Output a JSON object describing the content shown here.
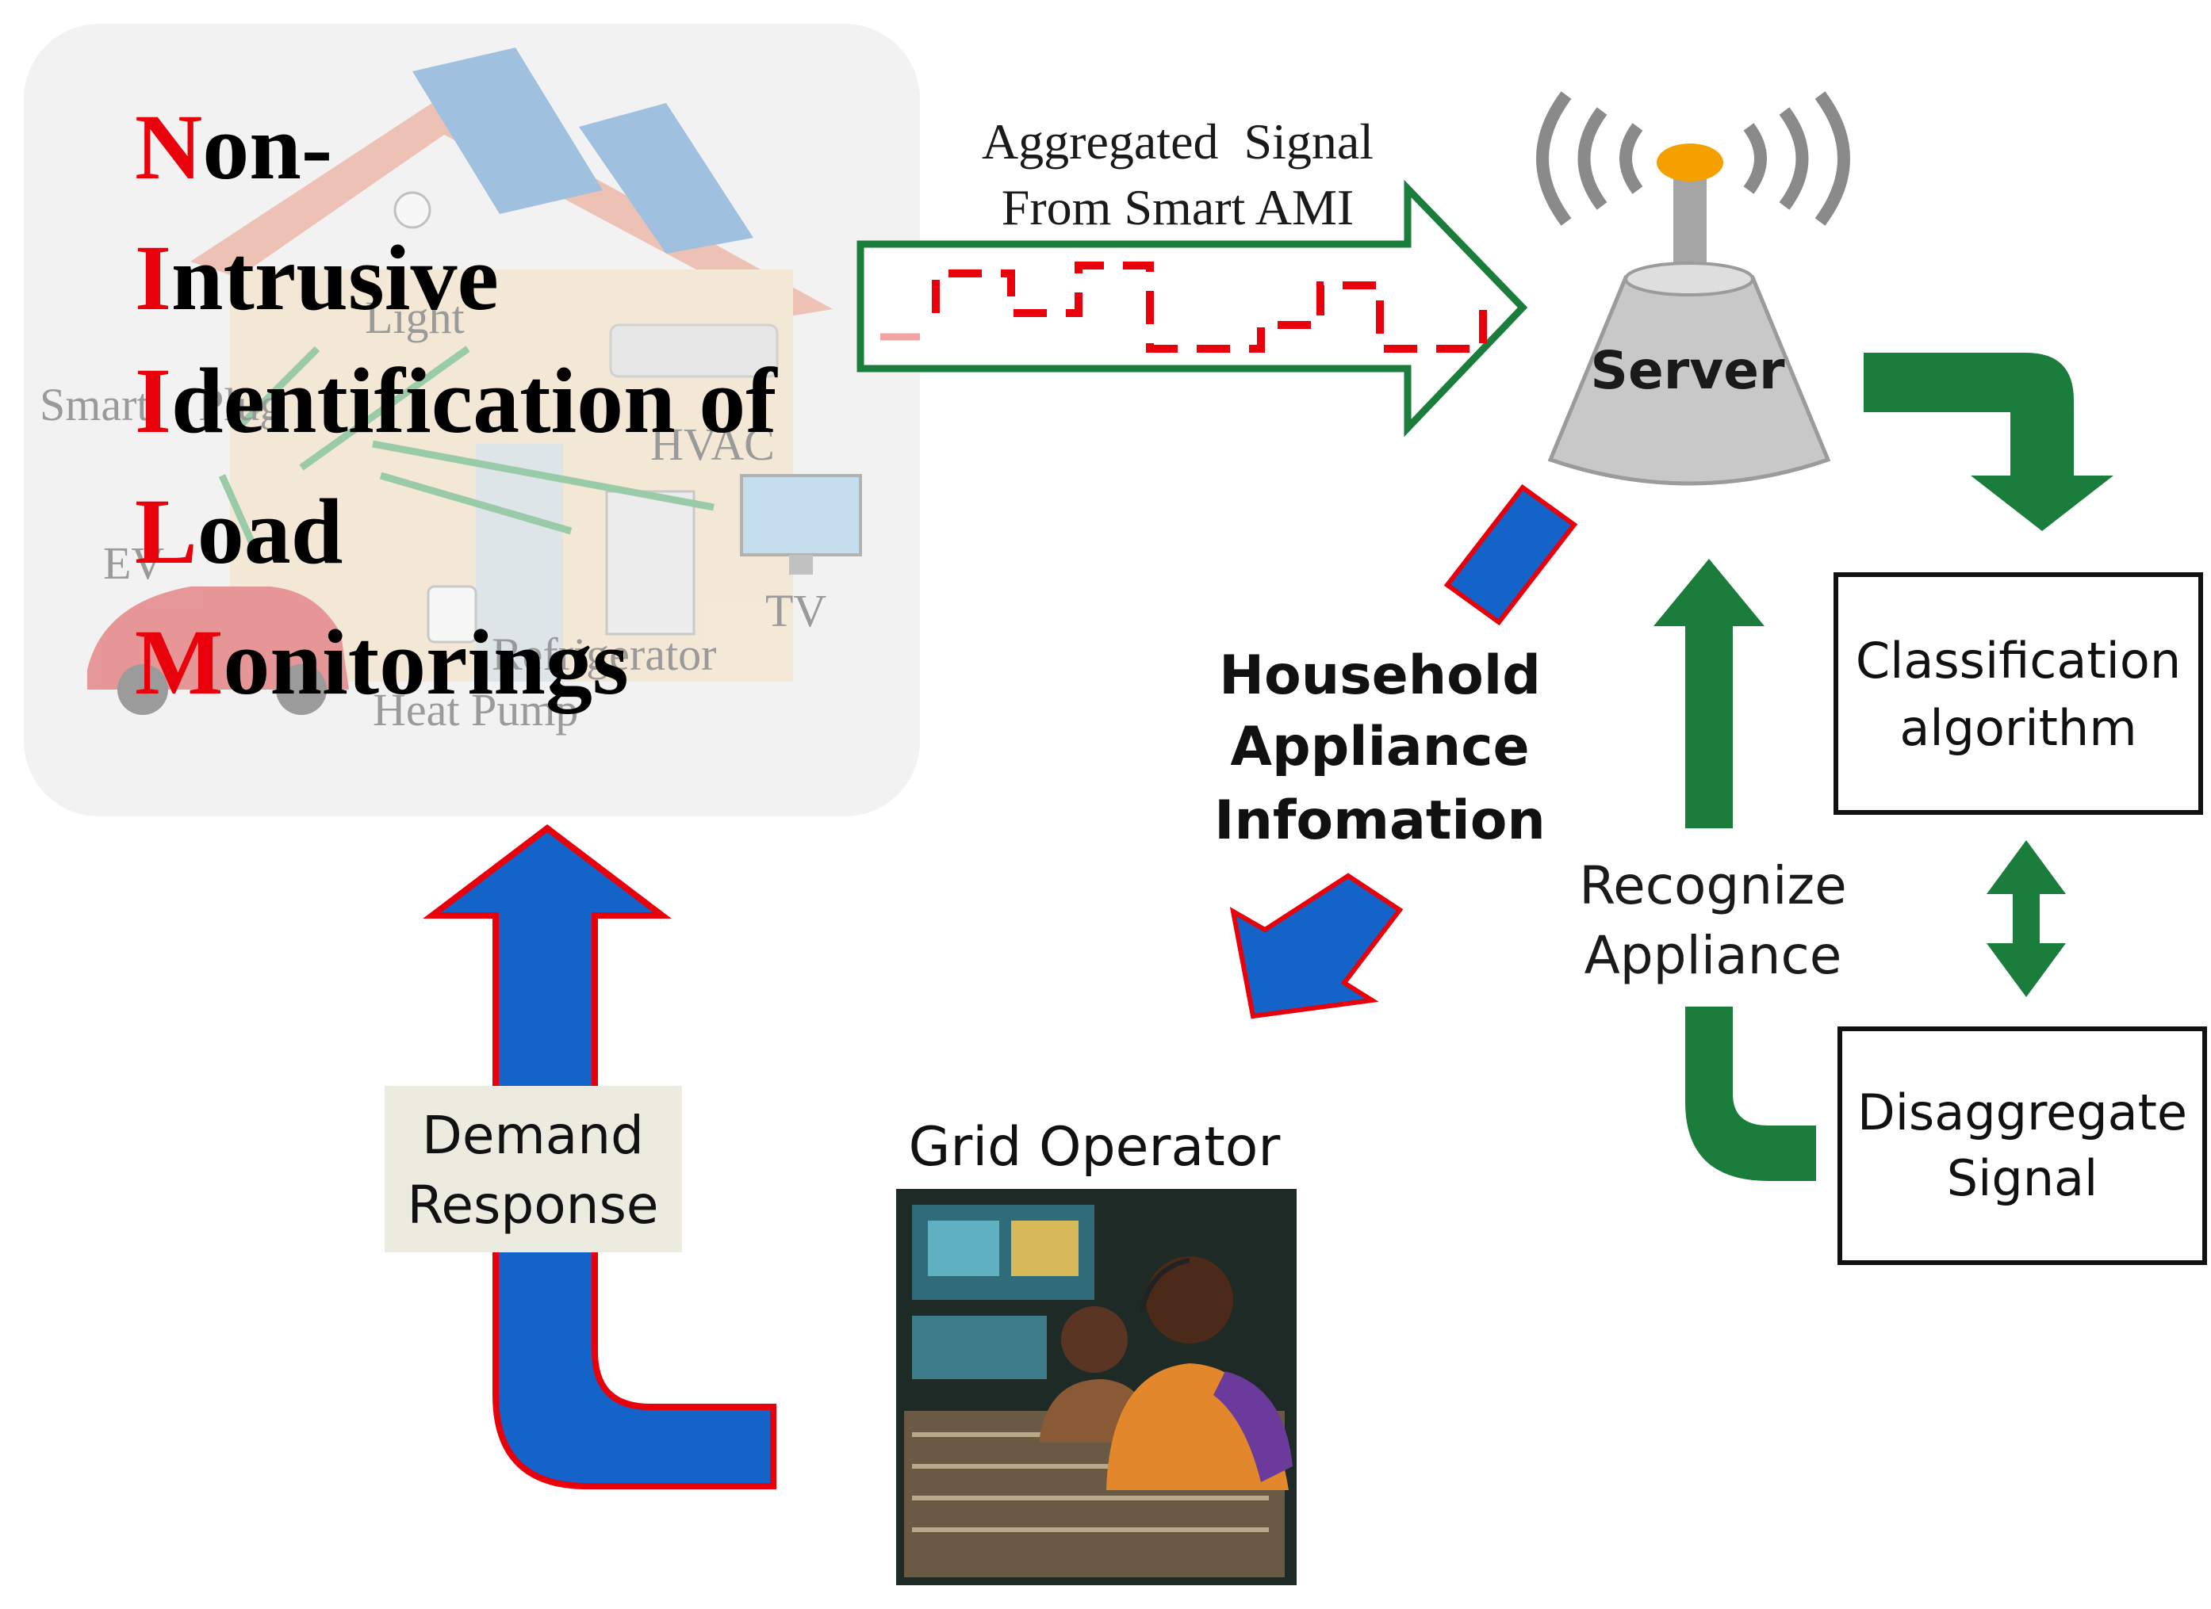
{
  "title": {
    "lines": [
      {
        "initial": "N",
        "rest": "on-"
      },
      {
        "initial": "I",
        "rest": "ntrusive"
      },
      {
        "initial": "I",
        "rest": "dentification of"
      },
      {
        "initial": "L",
        "rest": "oad"
      },
      {
        "initial": "M",
        "rest": "onitorings"
      }
    ]
  },
  "house": {
    "labels": {
      "light": "Light",
      "smart": "Smart",
      "plug": "Plug",
      "hvac": "HVAC",
      "ev": "EV",
      "tv": "TV",
      "refrigerator": "Refrigerator",
      "heat_pump": "Heat Pump"
    }
  },
  "signal_arrow": {
    "line1": "Aggregated  Signal",
    "line2": "From Smart AMI"
  },
  "server": {
    "label": "Server"
  },
  "household_info": {
    "line1": "Household",
    "line2": "Appliance",
    "line3": "Infomation"
  },
  "recognize": {
    "line1": "Recognize",
    "line2": "Appliance"
  },
  "classification_box": {
    "line1": "Classification",
    "line2": "algorithm"
  },
  "disaggregate_box": {
    "line1": "Disaggregate",
    "line2": "Signal"
  },
  "grid_operator": {
    "label": "Grid Operator"
  },
  "demand_response": {
    "line1": "Demand",
    "line2": "Response"
  },
  "colors": {
    "accent_red": "#e8000b",
    "flow_green": "#1a7d3c",
    "flow_blue": "#1463c9",
    "outline_red": "#e8000b",
    "panel_bg": "#f2f2f2",
    "label_bg": "#ecebe0"
  }
}
